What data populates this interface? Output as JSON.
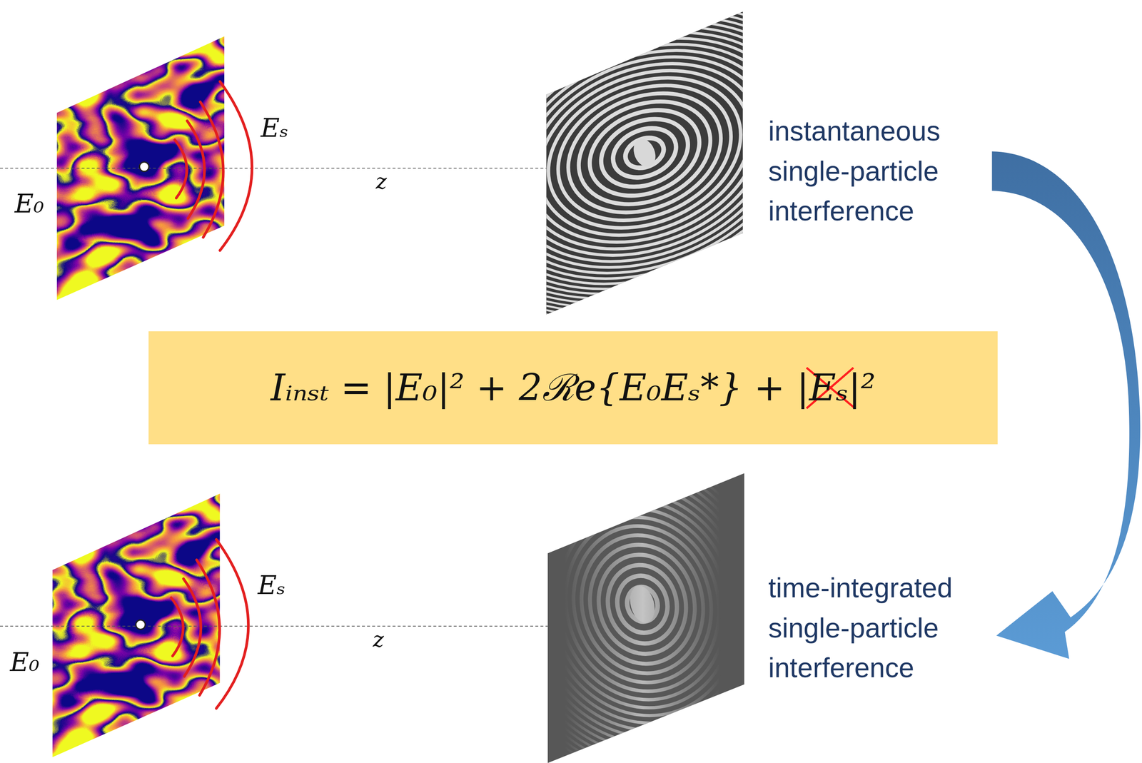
{
  "diagram": {
    "nodes": [
      {
        "text": [
          "Iᵢₙₛₜ = |E₀|² + 2ℛe{E₀Eₛ*} + |Eₛ|²"
        ]
      }
    ],
    "labels": [
      "Eₛ",
      "E₀",
      "z",
      "instantaneous single-particle interference",
      "Eₛ",
      "E₀",
      "z",
      "time-integrated single-particle interference"
    ]
  }
}
